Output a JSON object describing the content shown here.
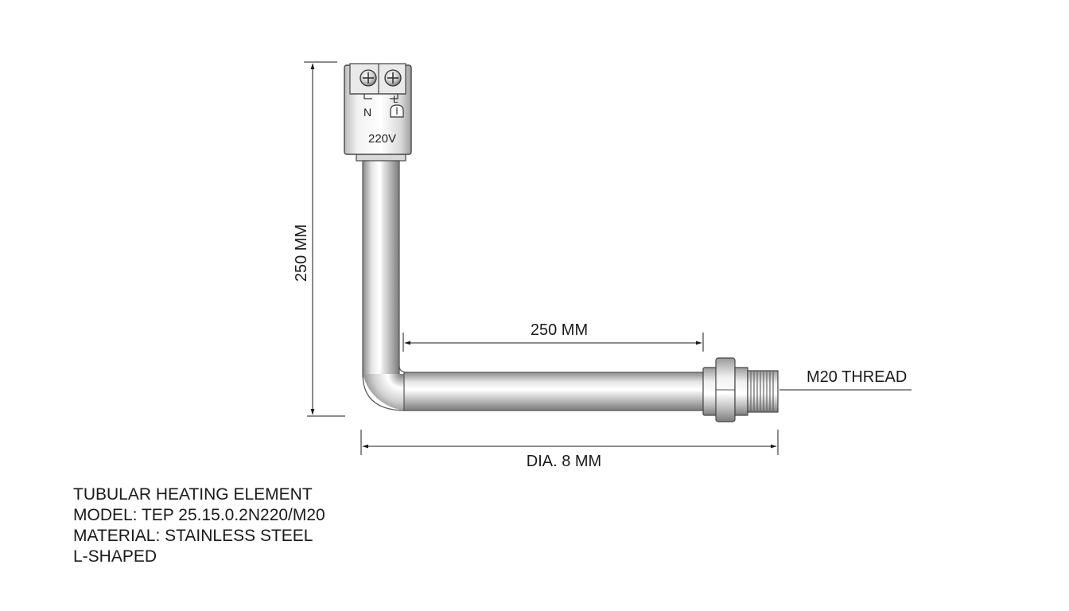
{
  "diagram": {
    "terminals": {
      "neutral_label": "N",
      "live_label": "L",
      "voltage": "220V"
    },
    "dimensions": {
      "vertical_length": "250 MM",
      "horizontal_length": "250 MM",
      "diameter": "DIA. 8 MM",
      "thread": "M20 THREAD"
    },
    "caption": {
      "title": "TUBULAR HEATING ELEMENT",
      "model": "MODEL: TEP 25.15.0.2N220/M20",
      "material": "MATERIAL: STAINLESS STEEL",
      "shape": "L-SHAPED"
    },
    "colors": {
      "line": "#1a1a1a",
      "steel_light": "#f4f4f4",
      "steel_mid": "#c9c9c9",
      "steel_dark": "#8a8a8a"
    }
  }
}
